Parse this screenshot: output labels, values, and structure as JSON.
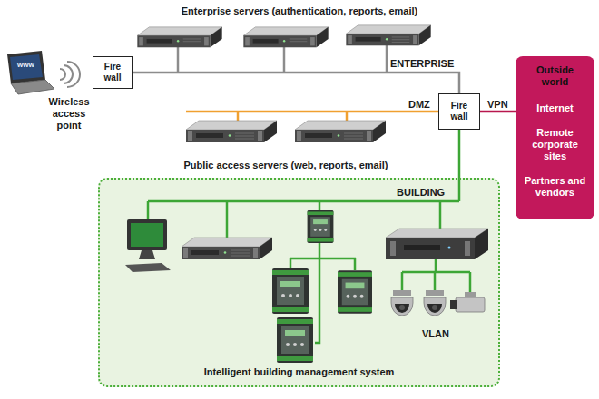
{
  "diagram": {
    "nodes": [
      {
        "text": [
          "Fire wall"
        ]
      },
      {
        "text": [
          "Fire wall"
        ]
      },
      {
        "text": [
          "Outside world",
          "Internet",
          "Remote corporate sites",
          "Partners and vendors"
        ]
      },
      {
        "text": [
          "Intelligent building management system"
        ]
      }
    ],
    "edges": [
      {
        "from": 0,
        "to": 1,
        "label": "ENTERPRISE",
        "arrow": "none"
      },
      {
        "from": 1,
        "to": 2,
        "label": "VPN",
        "arrow": "none"
      },
      {
        "from": 1,
        "to": 3,
        "label": "BUILDING",
        "arrow": "none"
      }
    ],
    "labels": [
      "Enterprise servers (authentication, reports, email)",
      "www",
      "Wireless access point",
      "DMZ",
      "Public access servers (web, reports, email)",
      "VLAN"
    ]
  }
}
